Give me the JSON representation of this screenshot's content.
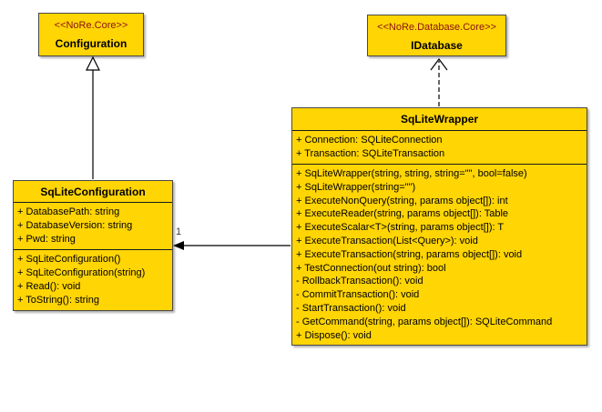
{
  "classes": {
    "configuration": {
      "stereotype": "<<NoRe.Core>>",
      "name": "Configuration"
    },
    "idatabase": {
      "stereotype": "<<NoRe.Database.Core>>",
      "name": "IDatabase"
    },
    "sqlite_wrapper": {
      "name": "SqLiteWrapper",
      "attributes": [
        "+ Connection: SQLiteConnection",
        "+ Transaction: SQLiteTransaction"
      ],
      "methods": [
        "+ SqLiteWrapper(string, string, string=\"\", bool=false)",
        "+ SqLiteWrapper(string=\"\")",
        "+ ExecuteNonQuery(string, params object[]): int",
        "+ ExecuteReader(string, params object[]): Table",
        "+ ExecuteScalar<T>(string, params object[]): T",
        "+ ExecuteTransaction(List<Query>): void",
        "+ ExecuteTransaction(string, params object[]): void",
        "+ TestConnection(out string): bool",
        "- RollbackTransaction(): void",
        "- CommitTransaction(): void",
        "- StartTransaction(): void",
        "- GetCommand(string, params object[]): SQLiteCommand",
        "+ Dispose(): void"
      ]
    },
    "sqlite_configuration": {
      "name": "SqLiteConfiguration",
      "attributes": [
        "+ DatabasePath: string",
        "+ DatabaseVersion: string",
        "+ Pwd: string"
      ],
      "methods": [
        "+ SqLiteConfiguration()",
        "+ SqLiteConfiguration(string)",
        "+ Read(): void",
        "+ ToString(): string"
      ]
    }
  },
  "relations": {
    "association_multiplicity": "1"
  },
  "colors": {
    "box_fill": "#ffd504",
    "box_border": "#4a4a4a",
    "stereotype_text": "#8b1212",
    "line_color": "#000000"
  }
}
